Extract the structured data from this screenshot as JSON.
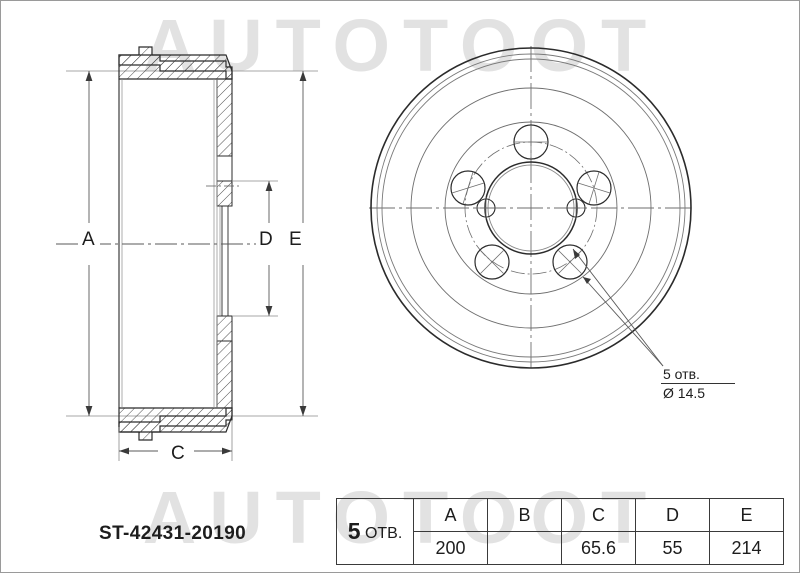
{
  "watermark": {
    "text": "AUTOTOOT"
  },
  "part_number": "ST-42431-20190",
  "drawing": {
    "section_view": {
      "name": "brake-drum-cross-section",
      "dimension_labels": {
        "A": "A",
        "C": "C",
        "D": "D",
        "E": "E"
      }
    },
    "front_view": {
      "name": "brake-drum-front-view",
      "callout": {
        "line1": "5 отв.",
        "line2": "Ø 14.5"
      }
    }
  },
  "spec_table": {
    "holes_count": "5",
    "holes_unit": "ОТВ.",
    "headers": [
      "A",
      "B",
      "C",
      "D",
      "E"
    ],
    "values": [
      "200",
      "",
      "65.6",
      "55",
      "214"
    ]
  },
  "colors": {
    "line": "#2b2b2b",
    "thin_line": "#6e6e6e",
    "watermark": "#e2e2e2",
    "text": "#1d1d1d"
  }
}
